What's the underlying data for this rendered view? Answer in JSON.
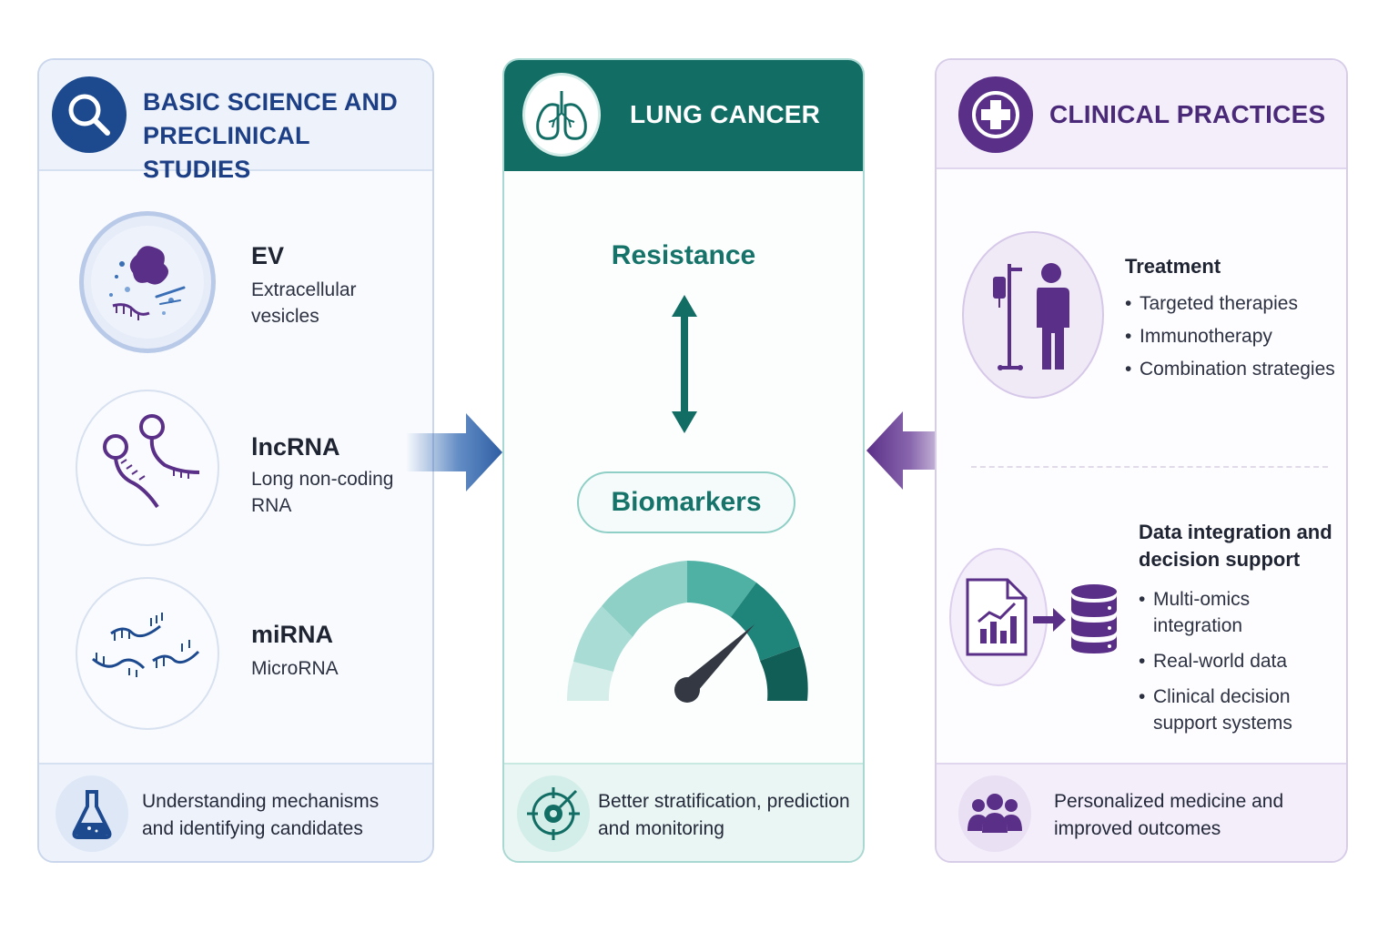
{
  "left_panel": {
    "title": "BASIC SCIENCE AND PRECLINICAL STUDIES",
    "items": [
      {
        "name": "EV",
        "desc": "Extracellular vesicles"
      },
      {
        "name": "lncRNA",
        "desc": "Long non-coding RNA"
      },
      {
        "name": "miRNA",
        "desc": "MicroRNA"
      }
    ],
    "footer": "Understanding mechanisms and identifying candidates"
  },
  "middle_panel": {
    "title": "LUNG CANCER",
    "resistance": "Resistance",
    "biomarkers": "Biomarkers",
    "footer": "Better stratification, prediction and monitoring"
  },
  "right_panel": {
    "title": "CLINICAL PRACTICES",
    "treatment": {
      "title": "Treatment",
      "bullets": [
        "Targeted therapies",
        "Immunotherapy",
        "Combination strategies"
      ]
    },
    "data": {
      "title": "Data integration and decision support",
      "bullets": [
        "Multi-omics integration",
        "Real-world data",
        "Clinical decision support systems"
      ]
    },
    "footer": "Personalized medicine and improved outcomes"
  },
  "colors": {
    "blue": "#1d4a8f",
    "teal": "#126e65",
    "purple": "#5a2f88"
  }
}
